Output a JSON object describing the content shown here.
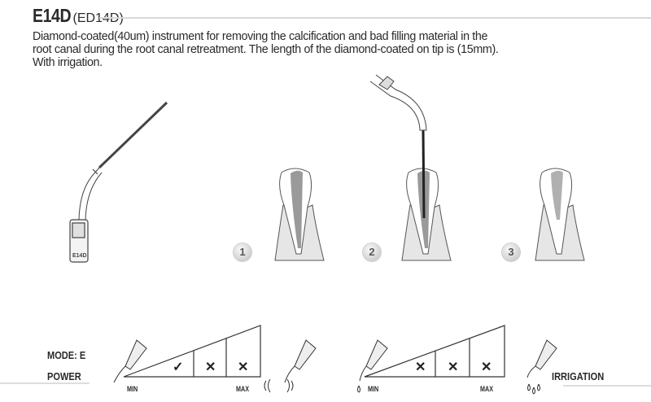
{
  "header": {
    "code": "E14D",
    "alt_code": "(ED14D)",
    "description_lines": [
      "Diamond-coated(40um) instrument for removing the calcification and bad filling material in the",
      "root canal during the root canal retreatment. The length of the diamond-coated on tip is (15mm).",
      "With irrigation."
    ]
  },
  "instrument": {
    "engraving": "E14D"
  },
  "steps": [
    "1",
    "2",
    "3"
  ],
  "settings": {
    "mode_label": "MODE: E",
    "power_label": "POWER",
    "irrigation_label": "IRRIGATION",
    "power_scale": {
      "min": "MIN",
      "max": "MAX",
      "marks": [
        "✓",
        "✕",
        "✕"
      ]
    },
    "irrigation_scale": {
      "min": "MIN",
      "max": "MAX",
      "marks": [
        "✕",
        "✕",
        "✕"
      ]
    }
  }
}
